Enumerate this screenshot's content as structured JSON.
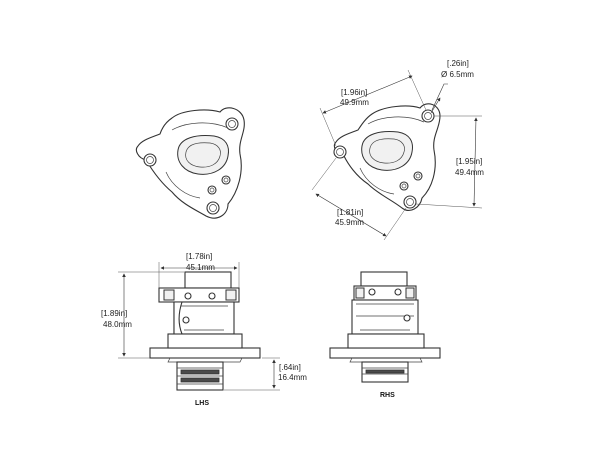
{
  "dimensions": {
    "hole_dia_in": "[.26in]",
    "hole_dia_mm": "Ø 6.5mm",
    "top_width_in": "[1.96in]",
    "top_width_mm": "49.9mm",
    "right_height_in": "[1.95in]",
    "right_height_mm": "49.4mm",
    "lower_width_in": "[1.81in]",
    "lower_width_mm": "45.9mm",
    "body_width_in": "[1.78in]",
    "body_width_mm": "45.1mm",
    "body_height_in": "[1.89in]",
    "body_height_mm": "48.0mm",
    "spigot_height_in": "[.64in]",
    "spigot_height_mm": "16.4mm"
  },
  "labels": {
    "left_side": "LHS",
    "right_side": "RHS"
  }
}
